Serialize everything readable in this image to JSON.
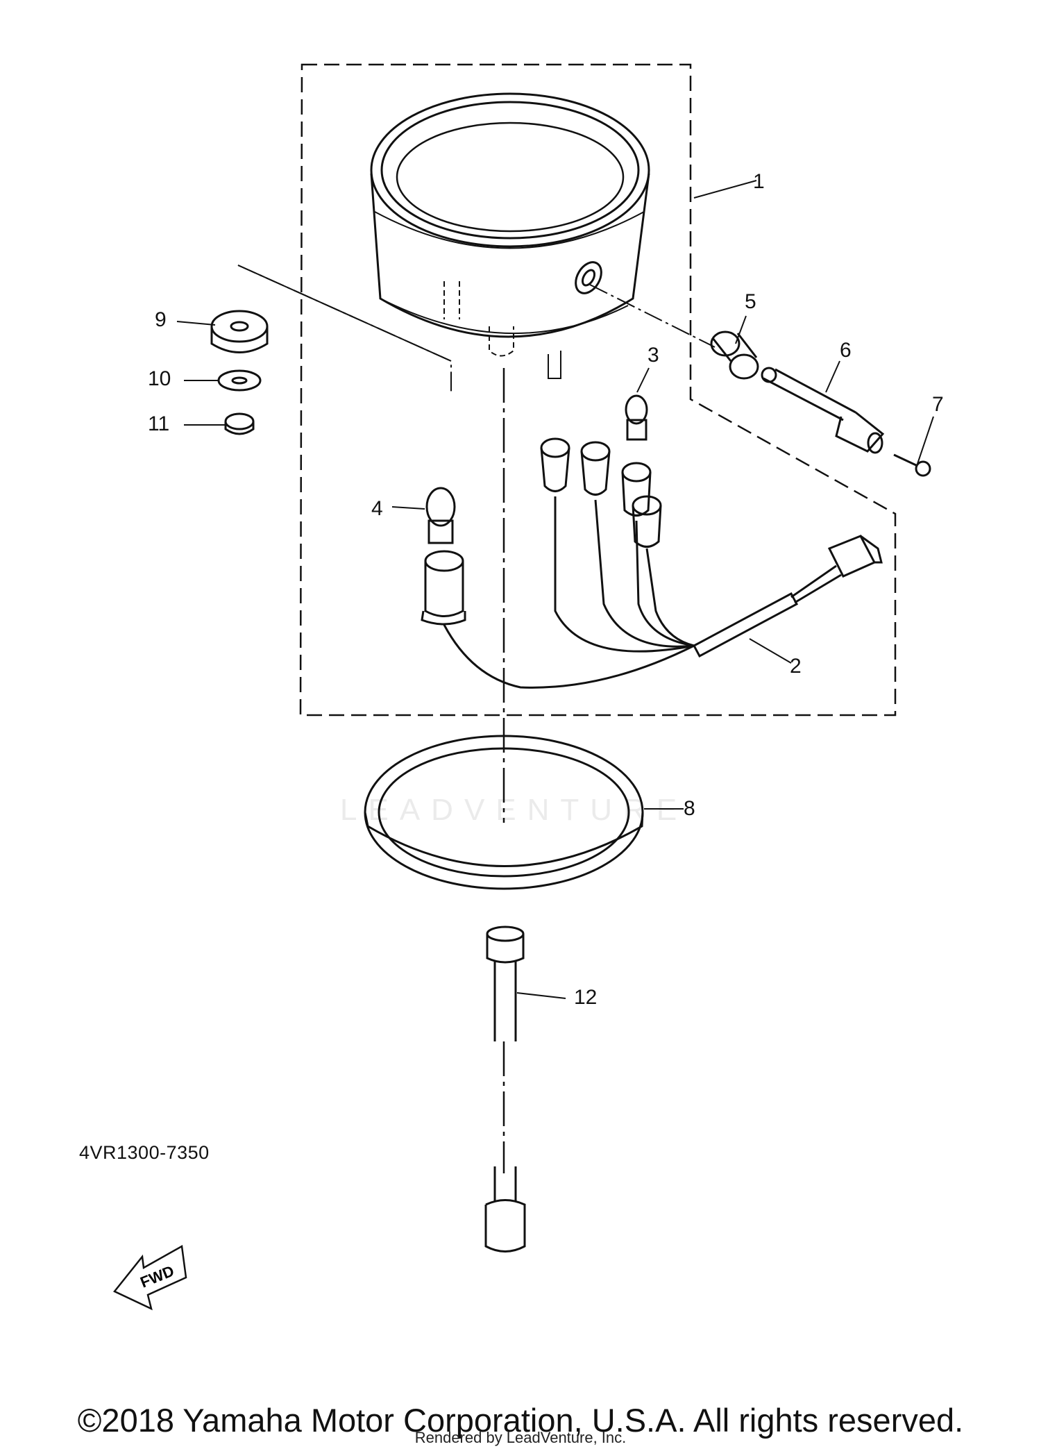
{
  "diagram": {
    "watermark": "LEADVENTURE",
    "fwd_label": "FWD",
    "diagram_code": "4VR1300-7350",
    "copyright": "©2018 Yamaha Motor Corporation, U.S.A. All rights reserved.",
    "rendered_by": "Rendered by LeadVenture, Inc."
  },
  "callouts": [
    {
      "id": "1",
      "label": "1"
    },
    {
      "id": "2",
      "label": "2"
    },
    {
      "id": "3",
      "label": "3"
    },
    {
      "id": "4",
      "label": "4"
    },
    {
      "id": "5",
      "label": "5"
    },
    {
      "id": "6",
      "label": "6"
    },
    {
      "id": "7",
      "label": "7"
    },
    {
      "id": "8",
      "label": "8"
    },
    {
      "id": "9",
      "label": "9"
    },
    {
      "id": "10",
      "label": "10"
    },
    {
      "id": "11",
      "label": "11"
    },
    {
      "id": "12",
      "label": "12"
    }
  ]
}
